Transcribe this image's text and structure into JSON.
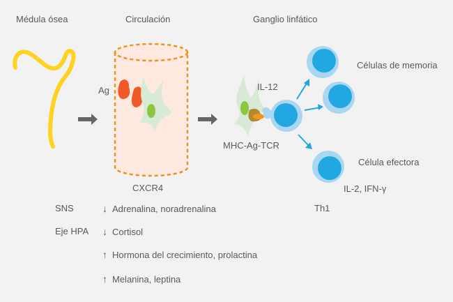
{
  "sections": {
    "bone_marrow": "Médula ósea",
    "circulation": "Circulación",
    "lymph_node": "Ganglio linfático"
  },
  "labels": {
    "ag": "Ag",
    "cxcr4": "CXCR4",
    "il12": "IL-12",
    "mhc_ag_tcr": "MHC-Ag-TCR",
    "memory_cells": "Células de memoria",
    "effector_cell": "Célula efectora",
    "effector_cytokines": "IL-2, IFN-γ",
    "th1": "Th1"
  },
  "regulators": [
    {
      "system": "SNS",
      "direction": "down",
      "arrow": "↓",
      "text": "Adrenalina, noradrenalina"
    },
    {
      "system": "Eje HPA",
      "direction": "down",
      "arrow": "↓",
      "text": "Cortisol"
    },
    {
      "system": "",
      "direction": "up",
      "arrow": "↑",
      "text": "Hormona del crecimiento, prolactina"
    },
    {
      "system": "",
      "direction": "up",
      "arrow": "↑",
      "text": "Melanina, leptina"
    }
  ],
  "colors": {
    "background": "#f2f2f2",
    "text": "#595959",
    "bone_marrow_yellow": "#ffd21f",
    "vessel_dash": "#f0901e",
    "vessel_fill": "#fde9df",
    "antigen": "#f05a28",
    "dendritic_cell": "#d8ead6",
    "nucleus_green": "#8dc63f",
    "mhc_brown": "#b08a2e",
    "tcr_orange": "#f7941d",
    "tcell_light": "#a9d7f2",
    "tcell_dark": "#22a7e0",
    "process_arrow": "#666666"
  }
}
